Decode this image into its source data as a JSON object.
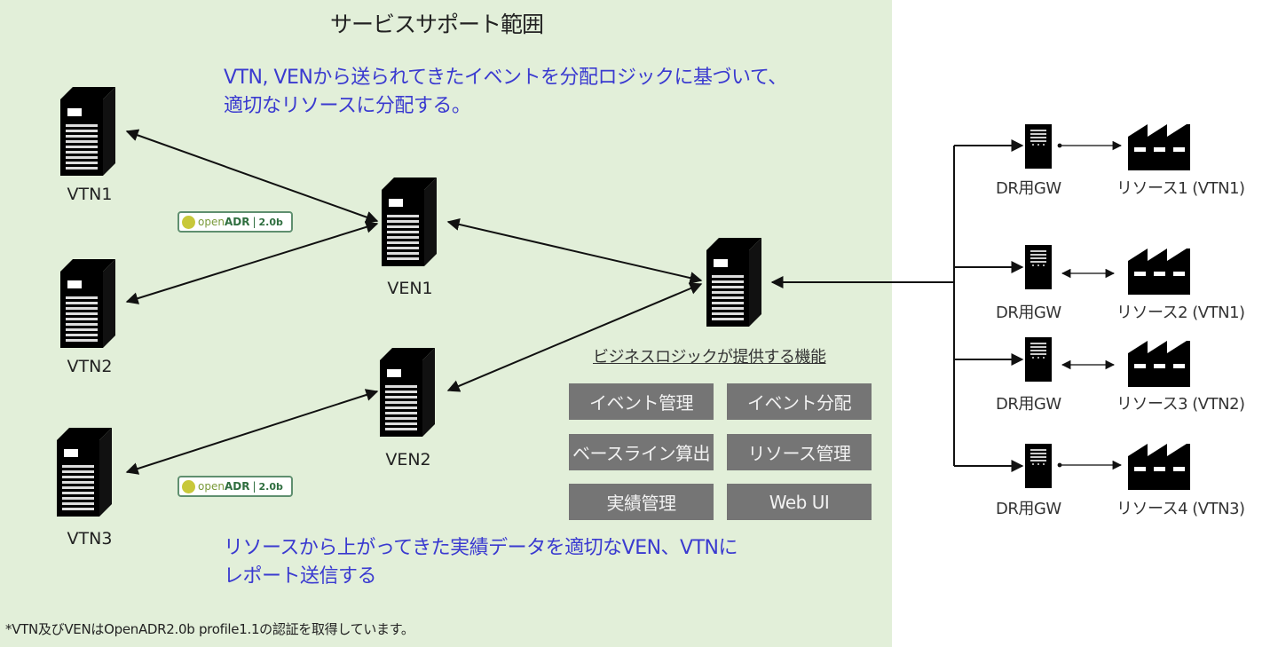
{
  "title": "サービスサポート範囲",
  "top_description": [
    "VTN, VENから送られてきたイベントを分配ロジックに基づいて、",
    "適切なリソースに分配する。"
  ],
  "bottom_description": [
    "リソースから上がってきた実績データを適切なVEN、VTNに",
    "レポート送信する"
  ],
  "nodes": {
    "vtn": [
      "VTN1",
      "VTN2",
      "VTN3"
    ],
    "ven": [
      "VEN1",
      "VEN2"
    ]
  },
  "badge": {
    "open": "open",
    "adr": "ADR",
    "version": "2.0b"
  },
  "business_logic": {
    "title": "ビジネスロジックが提供する機能",
    "functions": [
      "イベント管理",
      "イベント分配",
      "ベースライン算出",
      "リソース管理",
      "実績管理",
      "Web UI"
    ]
  },
  "resources": [
    {
      "gateway": "DR用GW",
      "label": "リソース1 (VTN1)"
    },
    {
      "gateway": "DR用GW",
      "label": "リソース2 (VTN1)"
    },
    {
      "gateway": "DR用GW",
      "label": "リソース3 (VTN2)"
    },
    {
      "gateway": "DR用GW",
      "label": "リソース4 (VTN3)"
    }
  ],
  "footnote": "*VTN及びVENはOpenADR2.0b profile1.1の認証を取得しています。",
  "colors": {
    "panel": "#e2efd9",
    "accent_text": "#3a3ad0",
    "function_box": "#757575"
  }
}
